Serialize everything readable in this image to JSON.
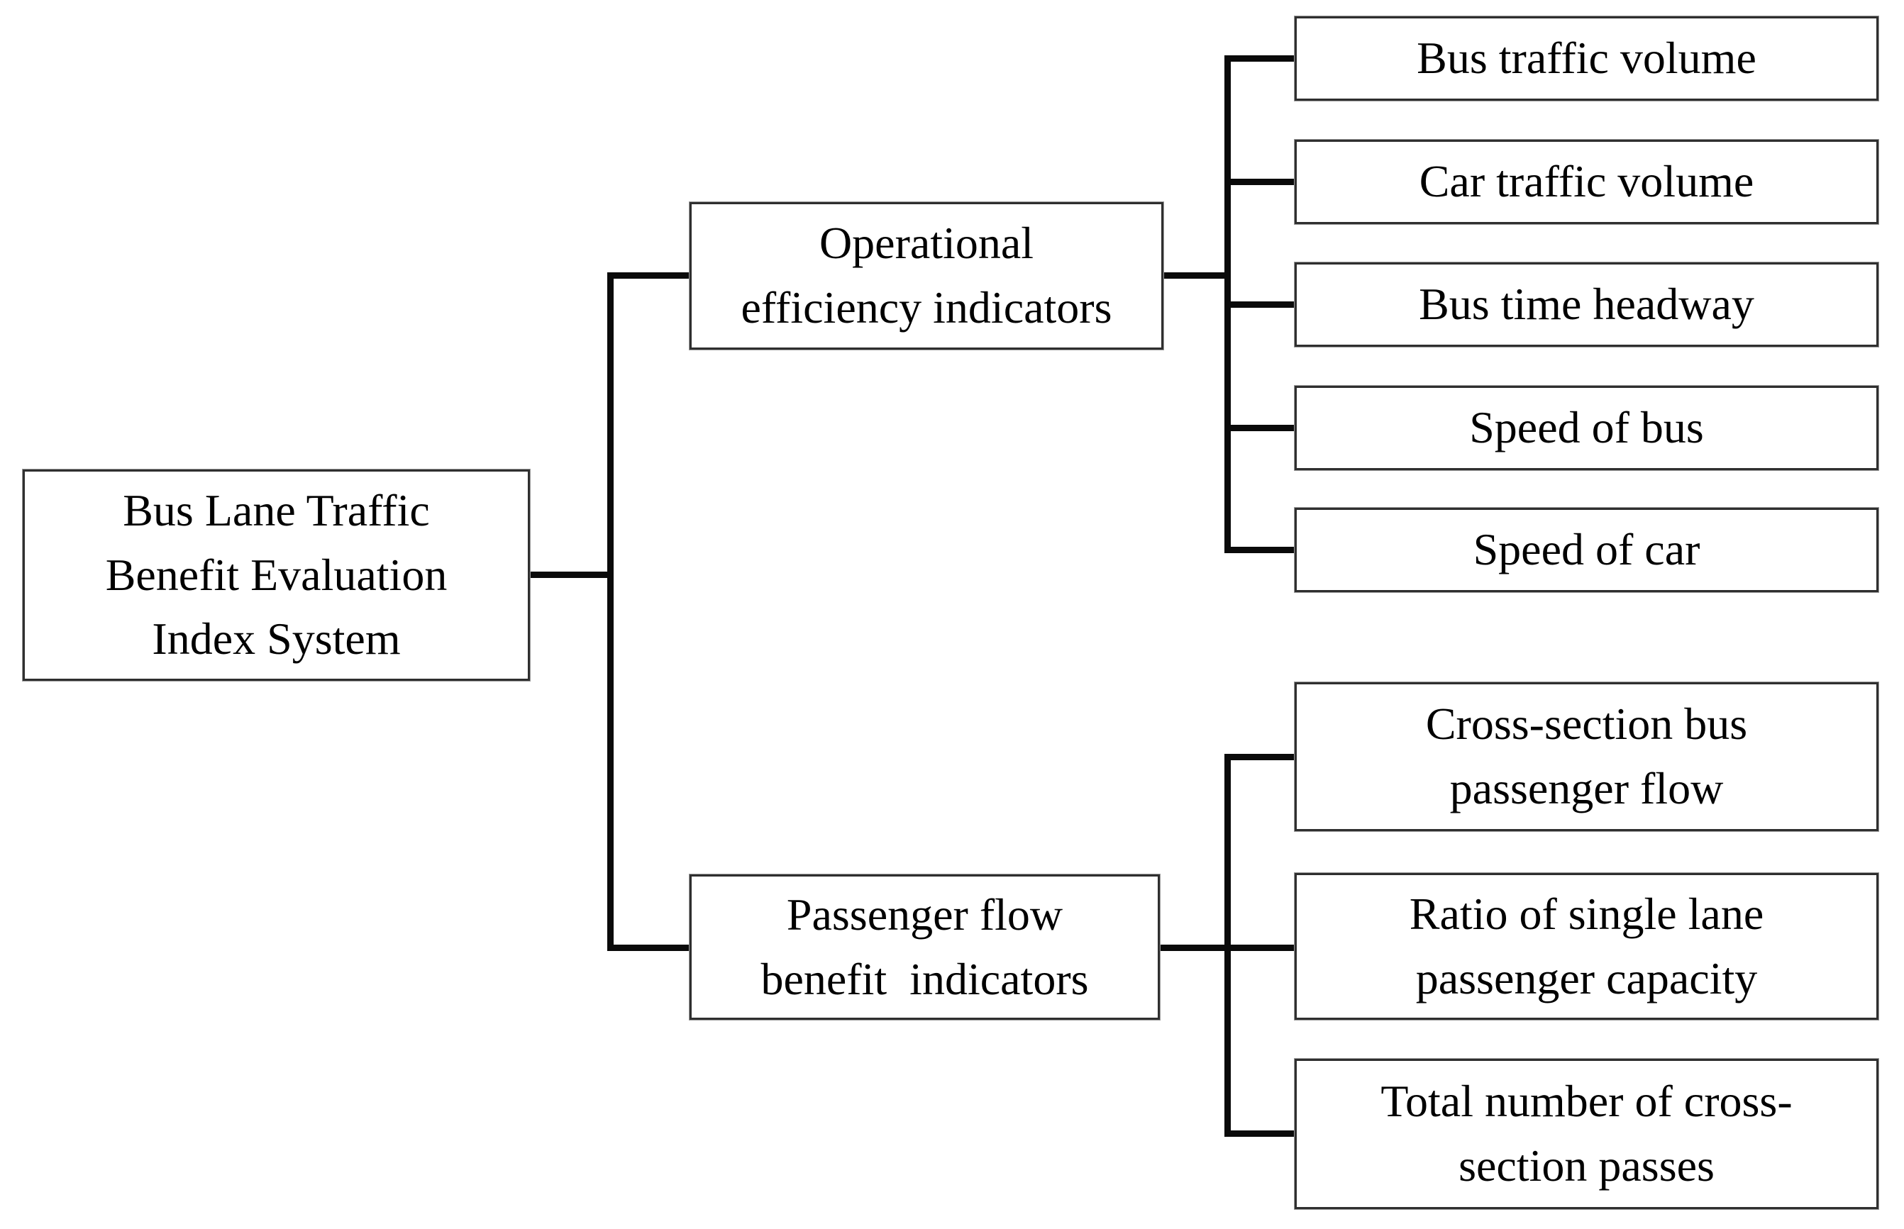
{
  "diagram": {
    "title": "Bus Lane Traffic Benefit Evaluation Index System hierarchy",
    "root": {
      "label": "Bus Lane Traffic\nBenefit Evaluation\nIndex System"
    },
    "branches": [
      {
        "label": "Operational\nefficiency indicators",
        "children": [
          "Bus traffic volume",
          "Car traffic volume",
          "Bus time headway",
          "Speed of bus",
          "Speed of car"
        ]
      },
      {
        "label": "Passenger flow\nbenefit  indicators",
        "children": [
          "Cross-section bus\npassenger flow",
          "Ratio of single lane\npassenger capacity",
          "Total number of cross-\nsection passes"
        ]
      }
    ],
    "colors": {
      "line": "#0a0a0a",
      "box_border": "#2f2f2f",
      "box_fill": "#ffffff",
      "text": "#000000",
      "background": "#ffffff"
    }
  }
}
